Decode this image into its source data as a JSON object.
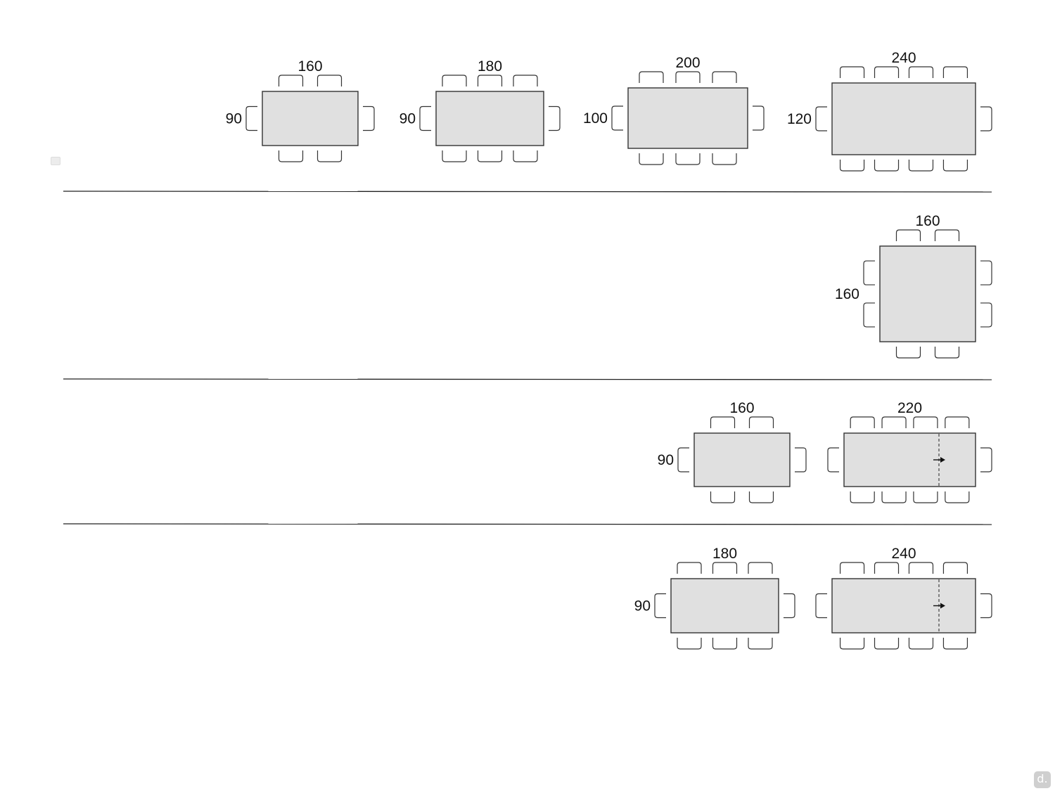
{
  "colors": {
    "table_fill": "#e0e0e0",
    "outline": "#333333",
    "text": "#111111",
    "background": "#ffffff"
  },
  "watermark": "d.",
  "rows": [
    {
      "tables": [
        {
          "width_label": "160",
          "depth_label": "90",
          "chairs_long_side": 2,
          "chairs_short_side": 1,
          "extendable": false
        },
        {
          "width_label": "180",
          "depth_label": "90",
          "chairs_long_side": 3,
          "chairs_short_side": 1,
          "extendable": false
        },
        {
          "width_label": "200",
          "depth_label": "100",
          "chairs_long_side": 3,
          "chairs_short_side": 1,
          "extendable": false
        },
        {
          "width_label": "240",
          "depth_label": "120",
          "chairs_long_side": 4,
          "chairs_short_side": 1,
          "extendable": false
        }
      ]
    },
    {
      "tables": [
        {
          "width_label": "160",
          "depth_label": "160",
          "chairs_long_side": 2,
          "chairs_short_side": 2,
          "extendable": false
        }
      ]
    },
    {
      "tables": [
        {
          "width_label": "160",
          "depth_label": "90",
          "chairs_long_side": 2,
          "chairs_short_side": 1,
          "extendable": false
        },
        {
          "width_label": "220",
          "depth_label": "",
          "chairs_long_side": 4,
          "chairs_short_side": 1,
          "extendable": true
        }
      ]
    },
    {
      "tables": [
        {
          "width_label": "180",
          "depth_label": "90",
          "chairs_long_side": 3,
          "chairs_short_side": 1,
          "extendable": false
        },
        {
          "width_label": "240",
          "depth_label": "",
          "chairs_long_side": 4,
          "chairs_short_side": 1,
          "extendable": true
        }
      ]
    }
  ]
}
